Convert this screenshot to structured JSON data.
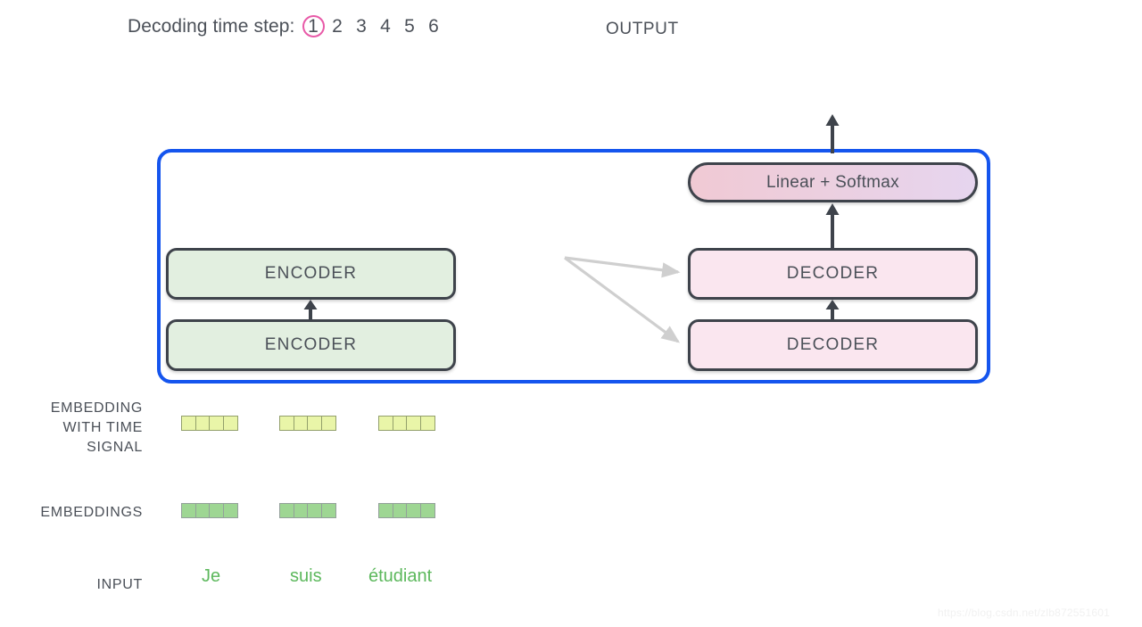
{
  "header": {
    "decoding_step_label": "Decoding time step:",
    "steps": [
      {
        "value": "1",
        "active": true
      },
      {
        "value": "2",
        "active": false
      },
      {
        "value": "3",
        "active": false
      },
      {
        "value": "4",
        "active": false
      },
      {
        "value": "5",
        "active": false
      },
      {
        "value": "6",
        "active": false
      }
    ],
    "output_label": "OUTPUT"
  },
  "model": {
    "container_border_color": "#1555ee",
    "encoder_stack": [
      {
        "label": "ENCODER"
      },
      {
        "label": "ENCODER"
      }
    ],
    "decoder_stack": [
      {
        "label": "DECODER"
      },
      {
        "label": "DECODER"
      }
    ],
    "linear_softmax": {
      "label": "Linear + Softmax"
    },
    "encoder_fill": "#e2efe0",
    "decoder_fill": "#fae6ef"
  },
  "rows": {
    "embedding_with_time_signal_label": "EMBEDDING\nWITH TIME\nSIGNAL",
    "embedding_with_time_signal_line1": "EMBEDDING",
    "embedding_with_time_signal_line2": "WITH TIME",
    "embedding_with_time_signal_line3": "SIGNAL",
    "embeddings_label": "EMBEDDINGS",
    "input_label": "INPUT"
  },
  "tokens": [
    {
      "word": "Je",
      "embedding_cells": 4,
      "time_signal_cells": 4
    },
    {
      "word": "suis",
      "embedding_cells": 4,
      "time_signal_cells": 4
    },
    {
      "word": "étudiant",
      "embedding_cells": 4,
      "time_signal_cells": 4
    }
  ],
  "colors": {
    "text": "#4b5058",
    "accent_pink": "#e85aa8",
    "word_green": "#5cb85c",
    "time_signal_cell": "#e9f5a8",
    "embedding_cell": "#9ed693",
    "box_border": "#3e434b",
    "arrow_gray": "#cfcfcf"
  },
  "watermark": {
    "text": "https://blog.csdn.net/zlb872551601"
  }
}
